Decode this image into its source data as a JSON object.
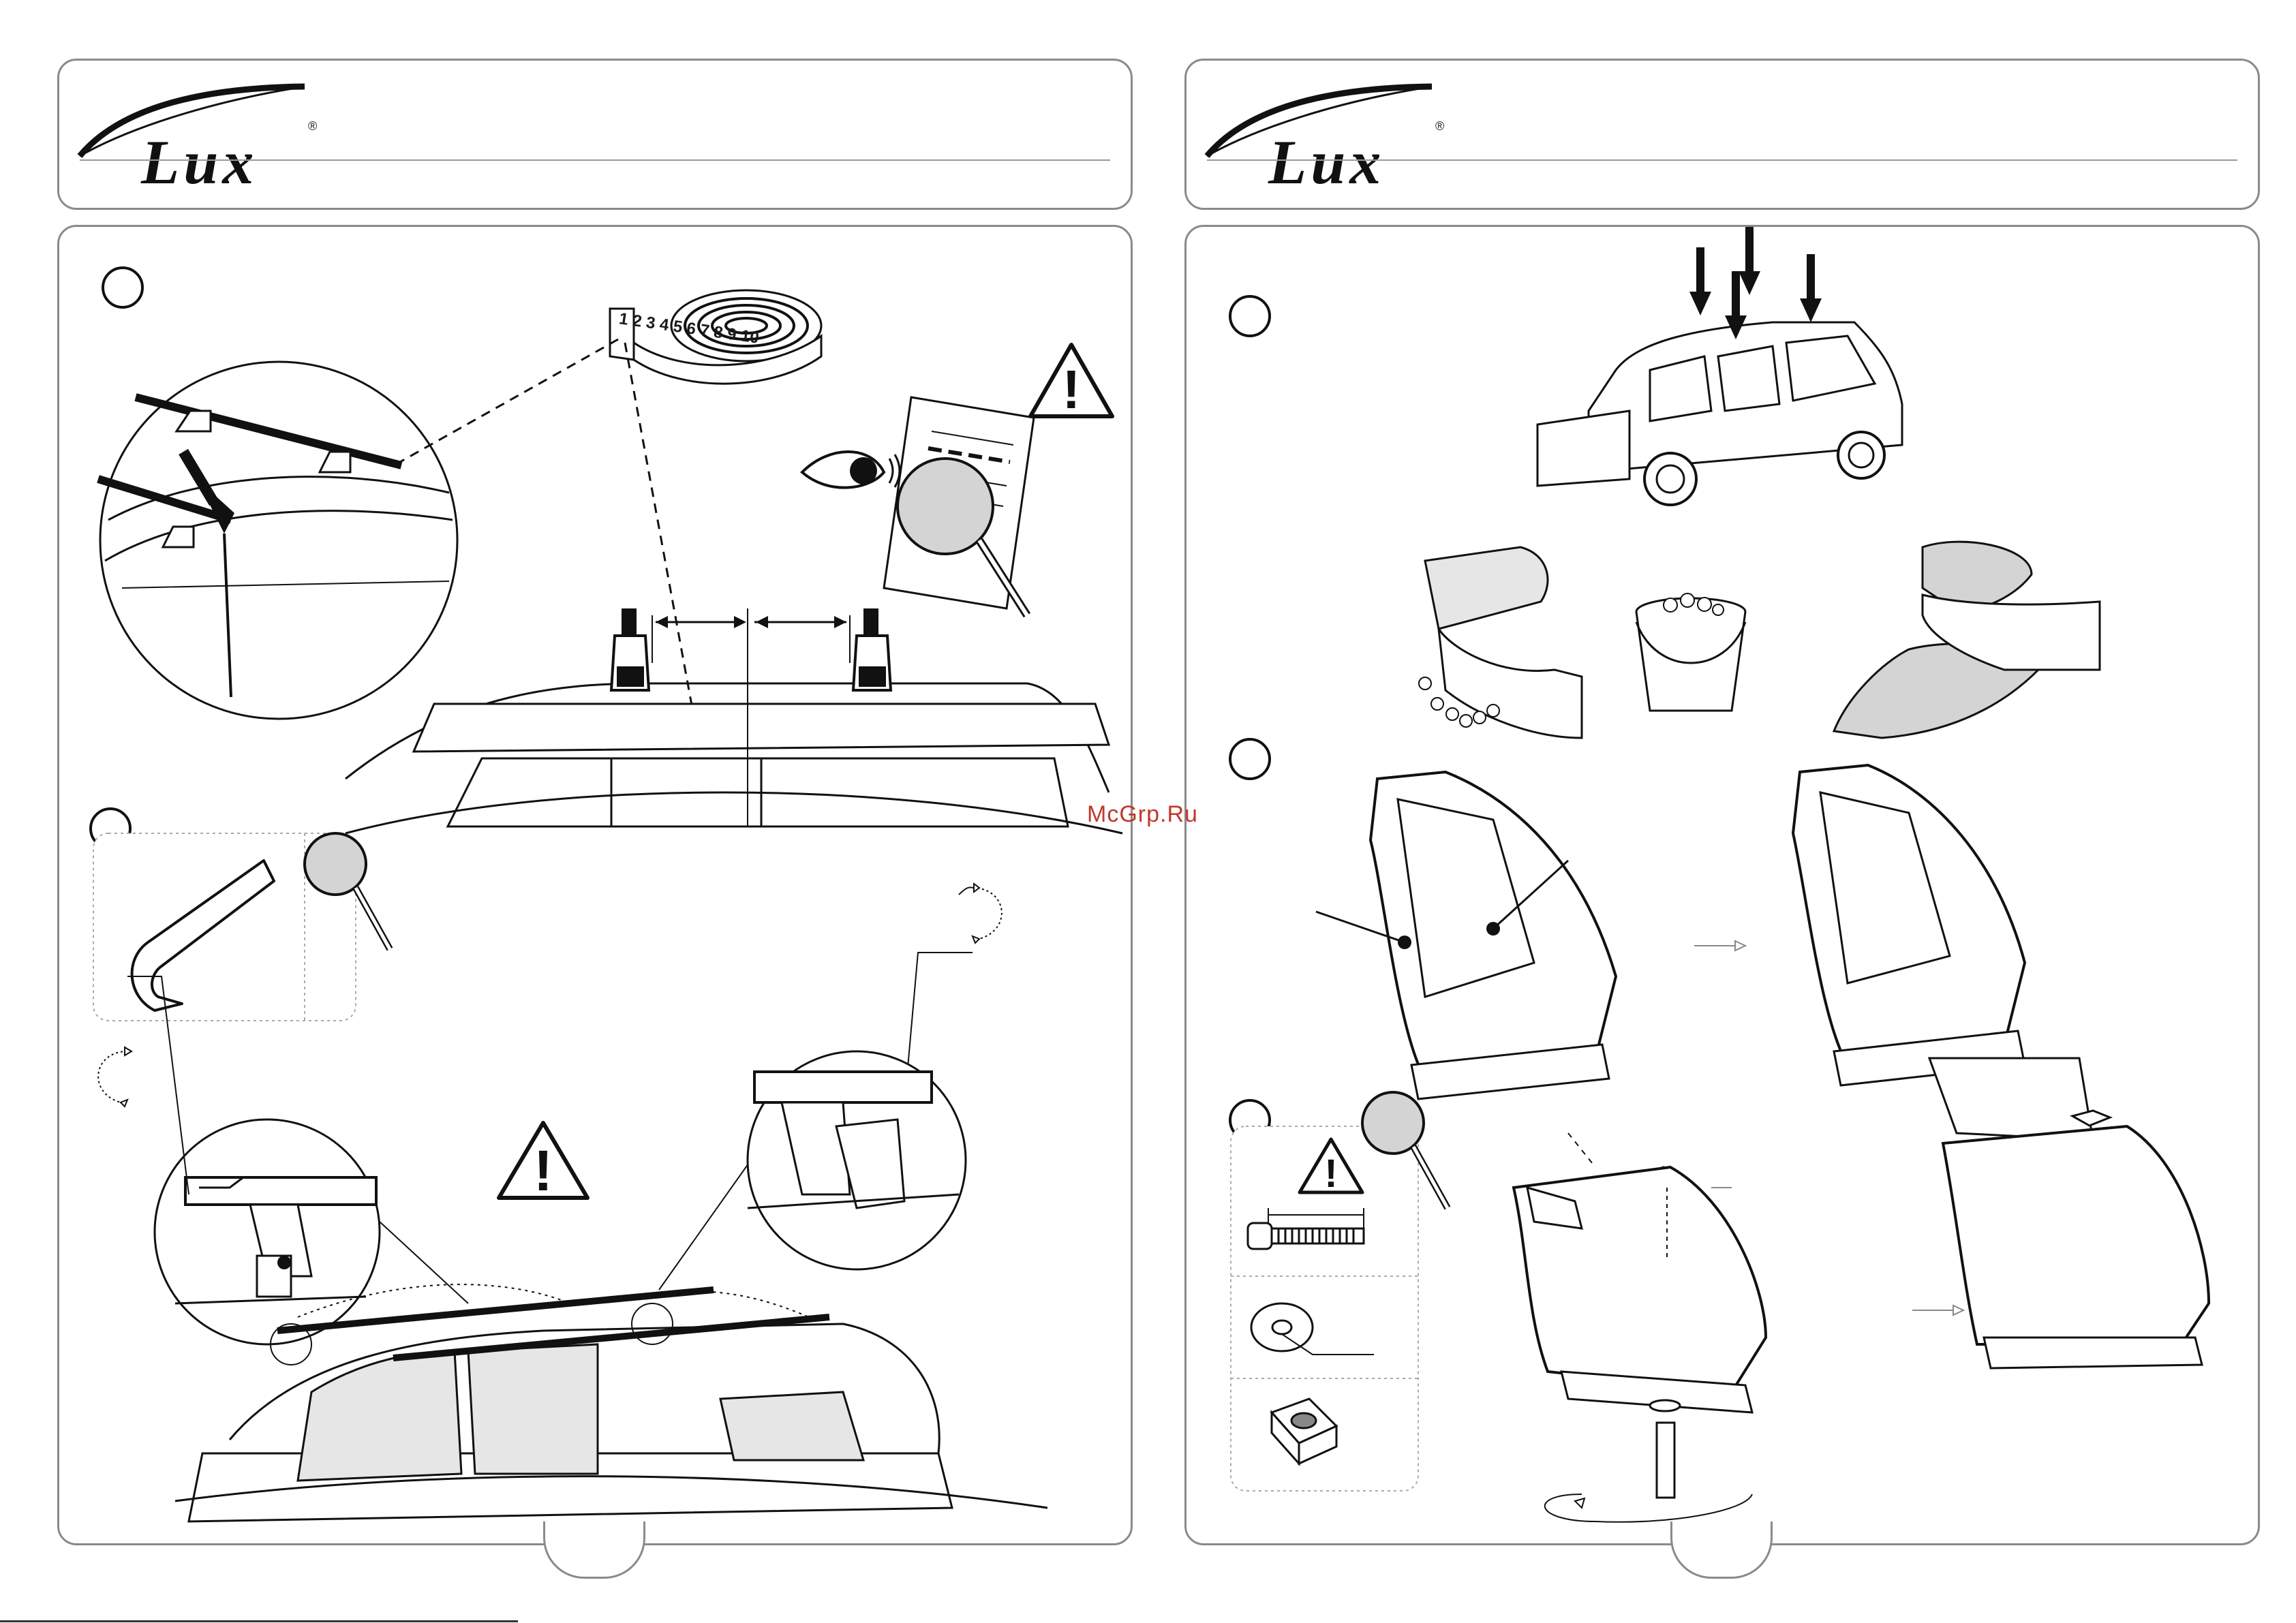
{
  "brand": {
    "logo_text": "Lux",
    "registered_mark": "®"
  },
  "watermark": "McGrp.Ru",
  "tape_numbers": [
    "1",
    "2",
    "3",
    "4",
    "5",
    "6",
    "7",
    "8",
    "9",
    "10"
  ],
  "warning_symbol": "!",
  "icons": [
    "warning-triangle-icon",
    "magnifier-icon",
    "eye-icon",
    "hex-key-icon",
    "rotate-arrow-icon",
    "bucket-icon",
    "sponge-icon",
    "cloth-icon",
    "bolt-icon",
    "washer-icon",
    "square-nut-icon",
    "measuring-tape-icon"
  ],
  "colors": {
    "line": "#111111",
    "panel_border": "#8a8a8a",
    "shade": "#d4d4d4",
    "watermark": "#c0392b"
  }
}
